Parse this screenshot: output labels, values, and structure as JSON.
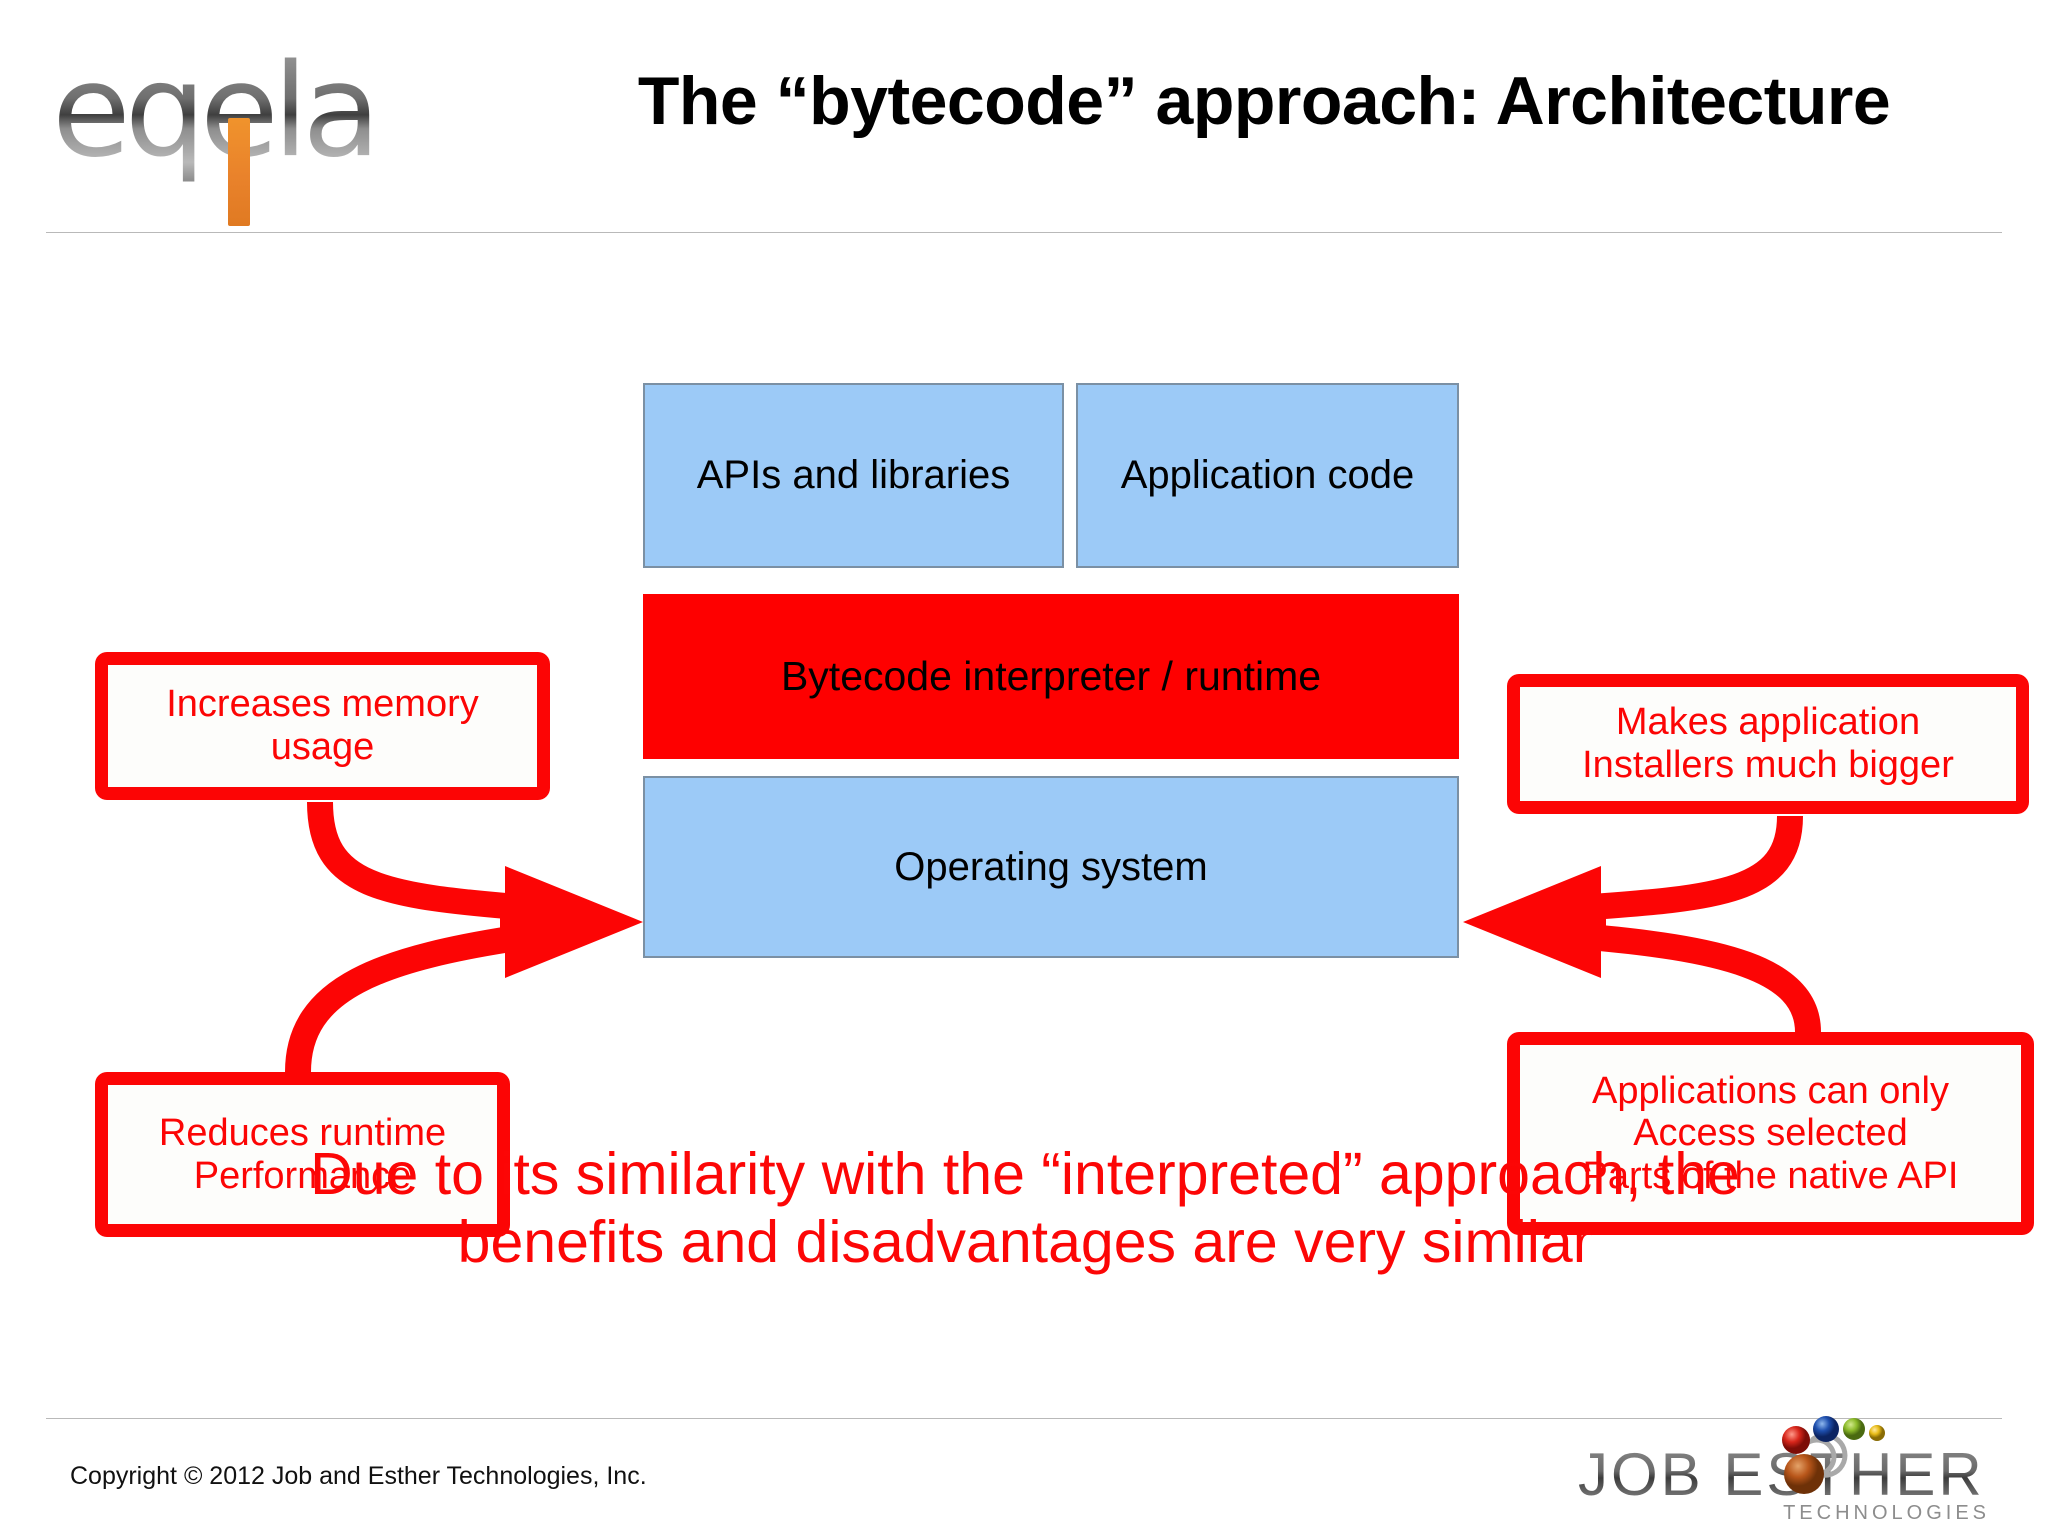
{
  "header": {
    "logo_text": "eqela",
    "title": "The “bytecode” approach: Architecture"
  },
  "diagram": {
    "stack_boxes": [
      {
        "id": "apis",
        "label": "APIs and libraries",
        "fill": "#9ccaf7"
      },
      {
        "id": "appcode",
        "label": "Application code",
        "fill": "#9ccaf7"
      },
      {
        "id": "runtime",
        "label": "Bytecode interpreter / runtime",
        "fill": "#fe0000"
      },
      {
        "id": "os",
        "label": "Operating system",
        "fill": "#9ccaf7"
      }
    ],
    "callouts": [
      {
        "id": "memory",
        "text": "Increases memory\nusage",
        "side": "left"
      },
      {
        "id": "perf",
        "text": "Reduces runtime\nPerformance",
        "side": "left"
      },
      {
        "id": "install",
        "text": "Makes application\nInstallers much bigger",
        "side": "right"
      },
      {
        "id": "access",
        "text": "Applications can only\nAccess selected\nParts of the native API",
        "side": "right"
      }
    ],
    "arrow_color": "#fc0505",
    "callout_border_color": "#fc0505",
    "callout_text_color": "#fc0505"
  },
  "summary": {
    "text": "Due to its similarity with the “interpreted” approach, the\nbenefits and disadvantages are very similar",
    "color": "#fc0606"
  },
  "footer": {
    "copyright": "Copyright © 2012 Job and Esther Technologies, Inc.",
    "brand_name": "JOB  ESTHER",
    "brand_sub": "TECHNOLOGIES"
  }
}
